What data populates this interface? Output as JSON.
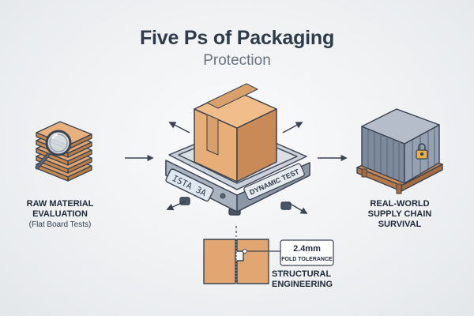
{
  "title": "Five Ps of Packaging",
  "subtitle": "Protection",
  "stages": {
    "raw": {
      "line1": "RAW MATERIAL",
      "line2": "EVALUATION",
      "note": "(Flat Board Tests)"
    },
    "scale": {
      "display": "ISTA 3A",
      "tag": "DYNAMIC TEST"
    },
    "supply": {
      "line1": "REAL-WORLD",
      "line2": "SUPPLY CHAIN",
      "line3": "SURVIVAL"
    },
    "structural": {
      "line1": "STRUCTURAL",
      "line2": "ENGINEERING",
      "measure": "2.4mm",
      "measure_label": "FOLD TOLERANCE"
    }
  },
  "icons": [
    "magnifier-icon",
    "cardboard-box-icon",
    "scale-icon",
    "shipping-container-icon",
    "padlock-icon",
    "fold-sample-icon"
  ],
  "colors": {
    "cardboard": "#e2a672",
    "cardboard_dark": "#c98a57",
    "steel": "#8e9aab",
    "container": "#8b97a8",
    "outline": "#3b4350"
  }
}
